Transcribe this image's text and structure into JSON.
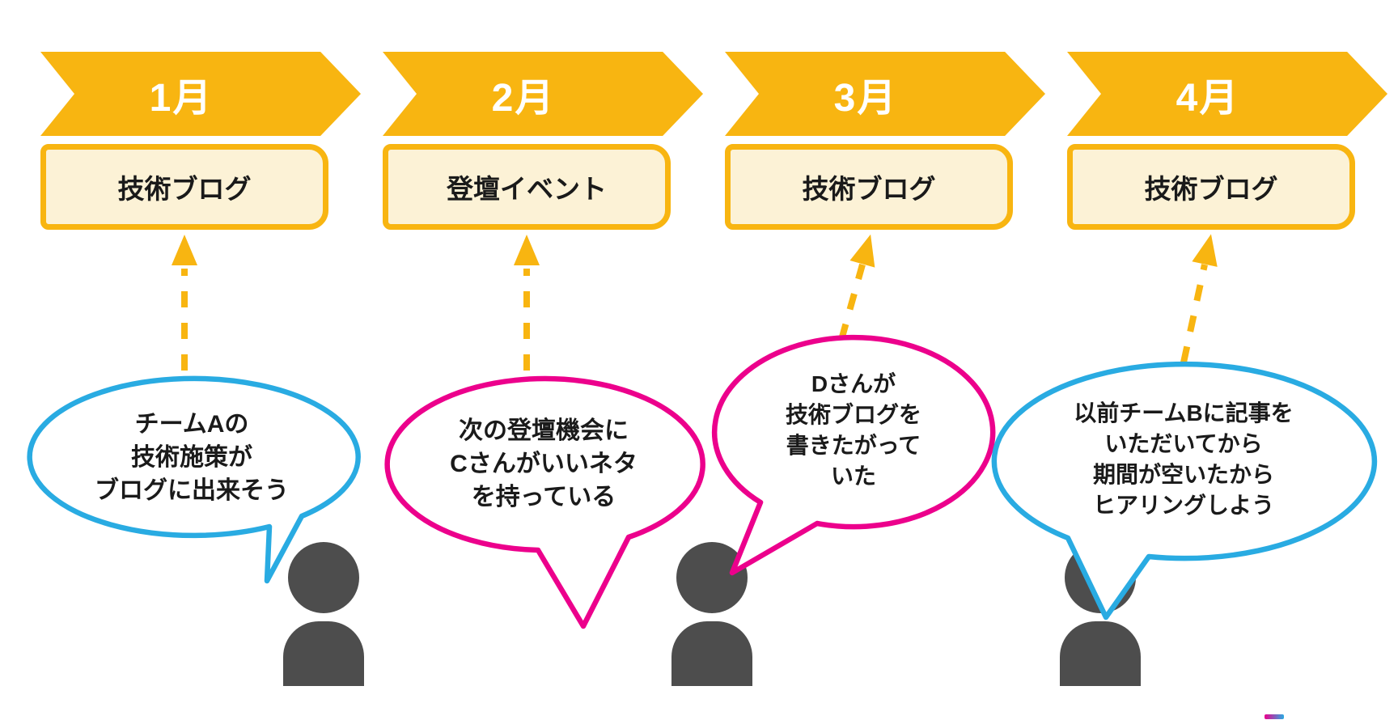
{
  "colors": {
    "yellow": "#F8B511",
    "cream": "#FCF2D6",
    "blue": "#29ABE2",
    "pink": "#EC008C",
    "gray": "#4D4D4D",
    "ink": "#1A1A1A"
  },
  "timeline": {
    "columns": [
      {
        "month": "1月",
        "activity": "技術ブログ"
      },
      {
        "month": "2月",
        "activity": "登壇イベント"
      },
      {
        "month": "3月",
        "activity": "技術ブログ"
      },
      {
        "month": "4月",
        "activity": "技術ブログ"
      }
    ]
  },
  "bubbles": [
    {
      "color": "blue",
      "lines": [
        "チームAの",
        "技術施策が",
        "ブログに出来そう"
      ]
    },
    {
      "color": "pink",
      "lines": [
        "次の登壇機会に",
        "Cさんがいいネタ",
        "を持っている"
      ]
    },
    {
      "color": "pink",
      "lines": [
        "Dさんが",
        "技術ブログを",
        "書きたがって",
        "いた"
      ]
    },
    {
      "color": "blue",
      "lines": [
        "以前チームBに記事を",
        "いただいてから",
        "期間が空いたから",
        "ヒアリングしよう"
      ]
    }
  ],
  "icons": {
    "person": "person-icon",
    "arrow": "dashed-arrow-up-icon"
  }
}
